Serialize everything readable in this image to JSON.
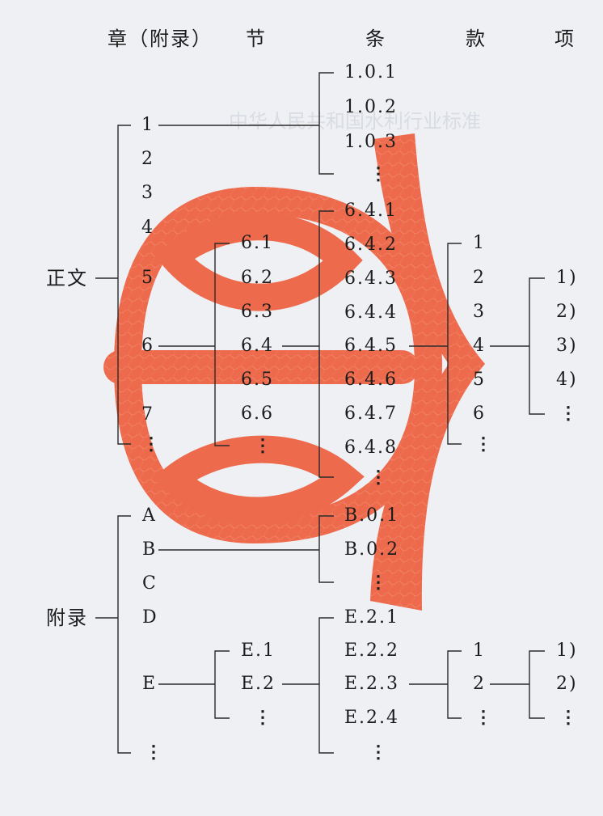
{
  "headers": {
    "chapter": "章（附录）",
    "section": "节",
    "clause": "条",
    "subclause": "款",
    "item": "项"
  },
  "watermark_text": "中华人民共和国水利行业标准",
  "emblem": {
    "color": "#ee6a4c",
    "name": "water-conservancy-emblem"
  },
  "main": {
    "label": "正文",
    "chapters": [
      "1",
      "2",
      "3",
      "4",
      "5",
      "6",
      "7",
      "⋮"
    ],
    "front_clauses": [
      "1.0.1",
      "1.0.2",
      "1.0.3",
      "⋮"
    ],
    "sections": [
      "6.1",
      "6.2",
      "6.3",
      "6.4",
      "6.5",
      "6.6",
      "⋮"
    ],
    "clauses": [
      "6.4.1",
      "6.4.2",
      "6.4.3",
      "6.4.4",
      "6.4.5",
      "6.4.6",
      "6.4.7",
      "6.4.8",
      "⋮"
    ],
    "subclauses": [
      "1",
      "2",
      "3",
      "4",
      "5",
      "6",
      "⋮"
    ],
    "items": [
      "1)",
      "2)",
      "3)",
      "4)",
      "⋮"
    ]
  },
  "appendix": {
    "label": "附录",
    "chapters": [
      "A",
      "B",
      "C",
      "D",
      "E",
      "⋮"
    ],
    "b_clauses": [
      "B.0.1",
      "B.0.2",
      "⋮"
    ],
    "sections": [
      "E.1",
      "E.2",
      "⋮"
    ],
    "clauses": [
      "E.2.1",
      "E.2.2",
      "E.2.3",
      "E.2.4",
      "⋮"
    ],
    "subclauses": [
      "1",
      "2",
      "⋮"
    ],
    "items": [
      "1)",
      "2)",
      "⋮"
    ]
  }
}
